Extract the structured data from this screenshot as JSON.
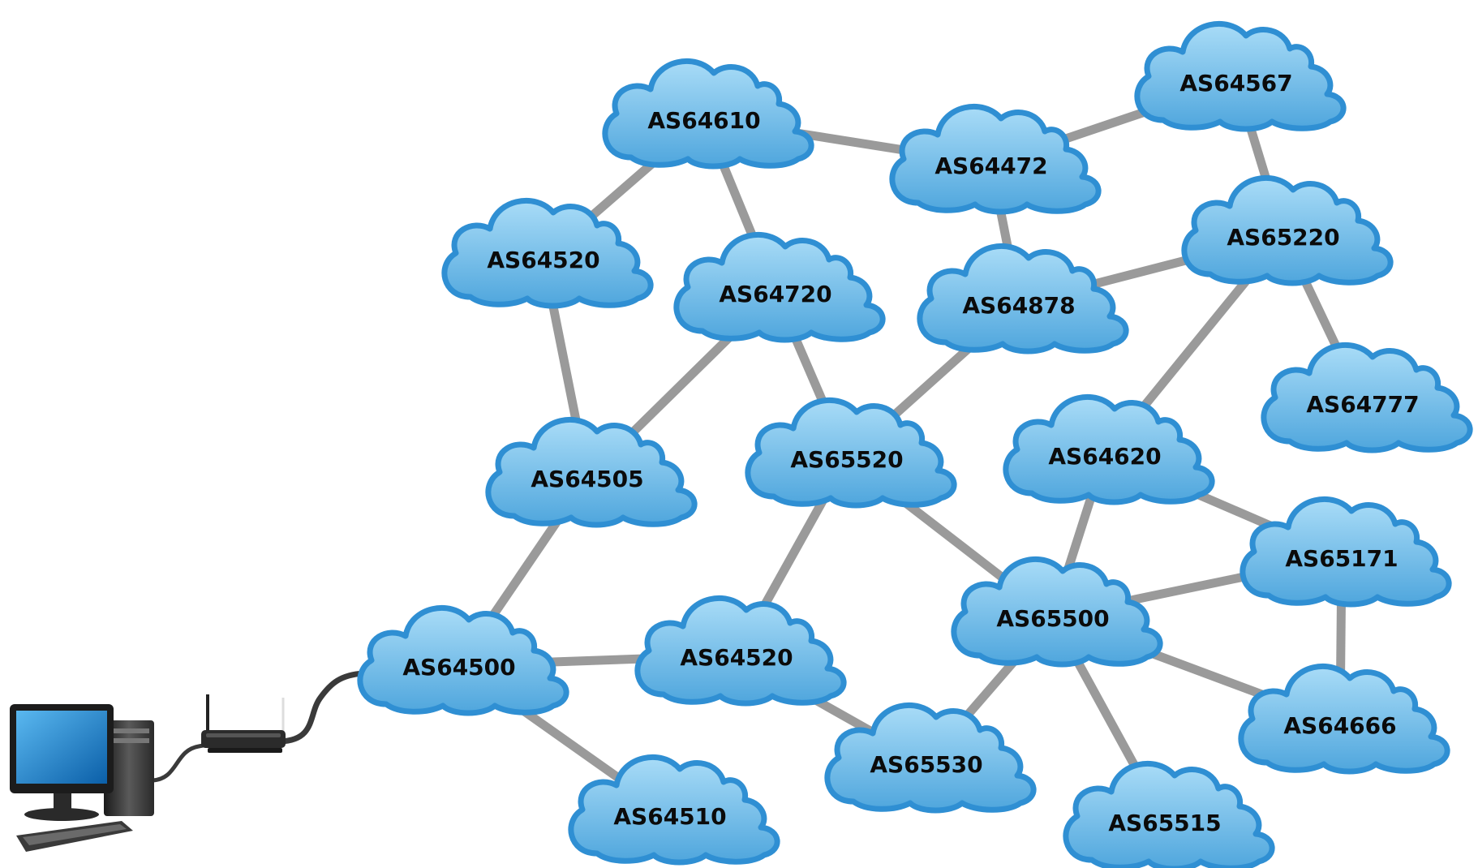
{
  "nodes": [
    {
      "id": "n64610",
      "label": "AS64610"
    },
    {
      "id": "n64472",
      "label": "AS64472"
    },
    {
      "id": "n64567",
      "label": "AS64567"
    },
    {
      "id": "n64520a",
      "label": "AS64520"
    },
    {
      "id": "n64720",
      "label": "AS64720"
    },
    {
      "id": "n64878",
      "label": "AS64878"
    },
    {
      "id": "n65220",
      "label": "AS65220"
    },
    {
      "id": "n64777",
      "label": "AS64777"
    },
    {
      "id": "n64505",
      "label": "AS64505"
    },
    {
      "id": "n65520",
      "label": "AS65520"
    },
    {
      "id": "n64620",
      "label": "AS64620"
    },
    {
      "id": "n65171",
      "label": "AS65171"
    },
    {
      "id": "n64500",
      "label": "AS64500"
    },
    {
      "id": "n64520b",
      "label": "AS64520"
    },
    {
      "id": "n65500",
      "label": "AS65500"
    },
    {
      "id": "n64666",
      "label": "AS64666"
    },
    {
      "id": "n65530",
      "label": "AS65530"
    },
    {
      "id": "n64510",
      "label": "AS64510"
    },
    {
      "id": "n65515",
      "label": "AS65515"
    }
  ],
  "links": [
    [
      "n64610",
      "n64472"
    ],
    [
      "n64472",
      "n64567"
    ],
    [
      "n64610",
      "n64520a"
    ],
    [
      "n64610",
      "n64720"
    ],
    [
      "n64472",
      "n64878"
    ],
    [
      "n64567",
      "n65220"
    ],
    [
      "n64878",
      "n65220"
    ],
    [
      "n65220",
      "n64777"
    ],
    [
      "n65220",
      "n64620"
    ],
    [
      "n64520a",
      "n64505"
    ],
    [
      "n64720",
      "n64505"
    ],
    [
      "n64720",
      "n65520"
    ],
    [
      "n64878",
      "n65520"
    ],
    [
      "n64505",
      "n64500"
    ],
    [
      "n65520",
      "n64520b"
    ],
    [
      "n65520",
      "n65500"
    ],
    [
      "n64620",
      "n65500"
    ],
    [
      "n64620",
      "n65171"
    ],
    [
      "n65171",
      "n65500"
    ],
    [
      "n65171",
      "n64666"
    ],
    [
      "n64500",
      "n64520b"
    ],
    [
      "n64500",
      "n64510"
    ],
    [
      "n64520b",
      "n65530"
    ],
    [
      "n65500",
      "n65530"
    ],
    [
      "n65500",
      "n65515"
    ],
    [
      "n65500",
      "n64666"
    ]
  ],
  "colors": {
    "cloud_fill_top": "#a9dcf7",
    "cloud_fill_bottom": "#4fa6dd",
    "cloud_outline": "#2f8fd3",
    "link": "#9a9a9a",
    "label": "#0b0b0b"
  },
  "icons": {
    "computer": "desktop-computer-icon",
    "router": "wireless-router-icon",
    "keyboard": "keyboard-icon"
  }
}
